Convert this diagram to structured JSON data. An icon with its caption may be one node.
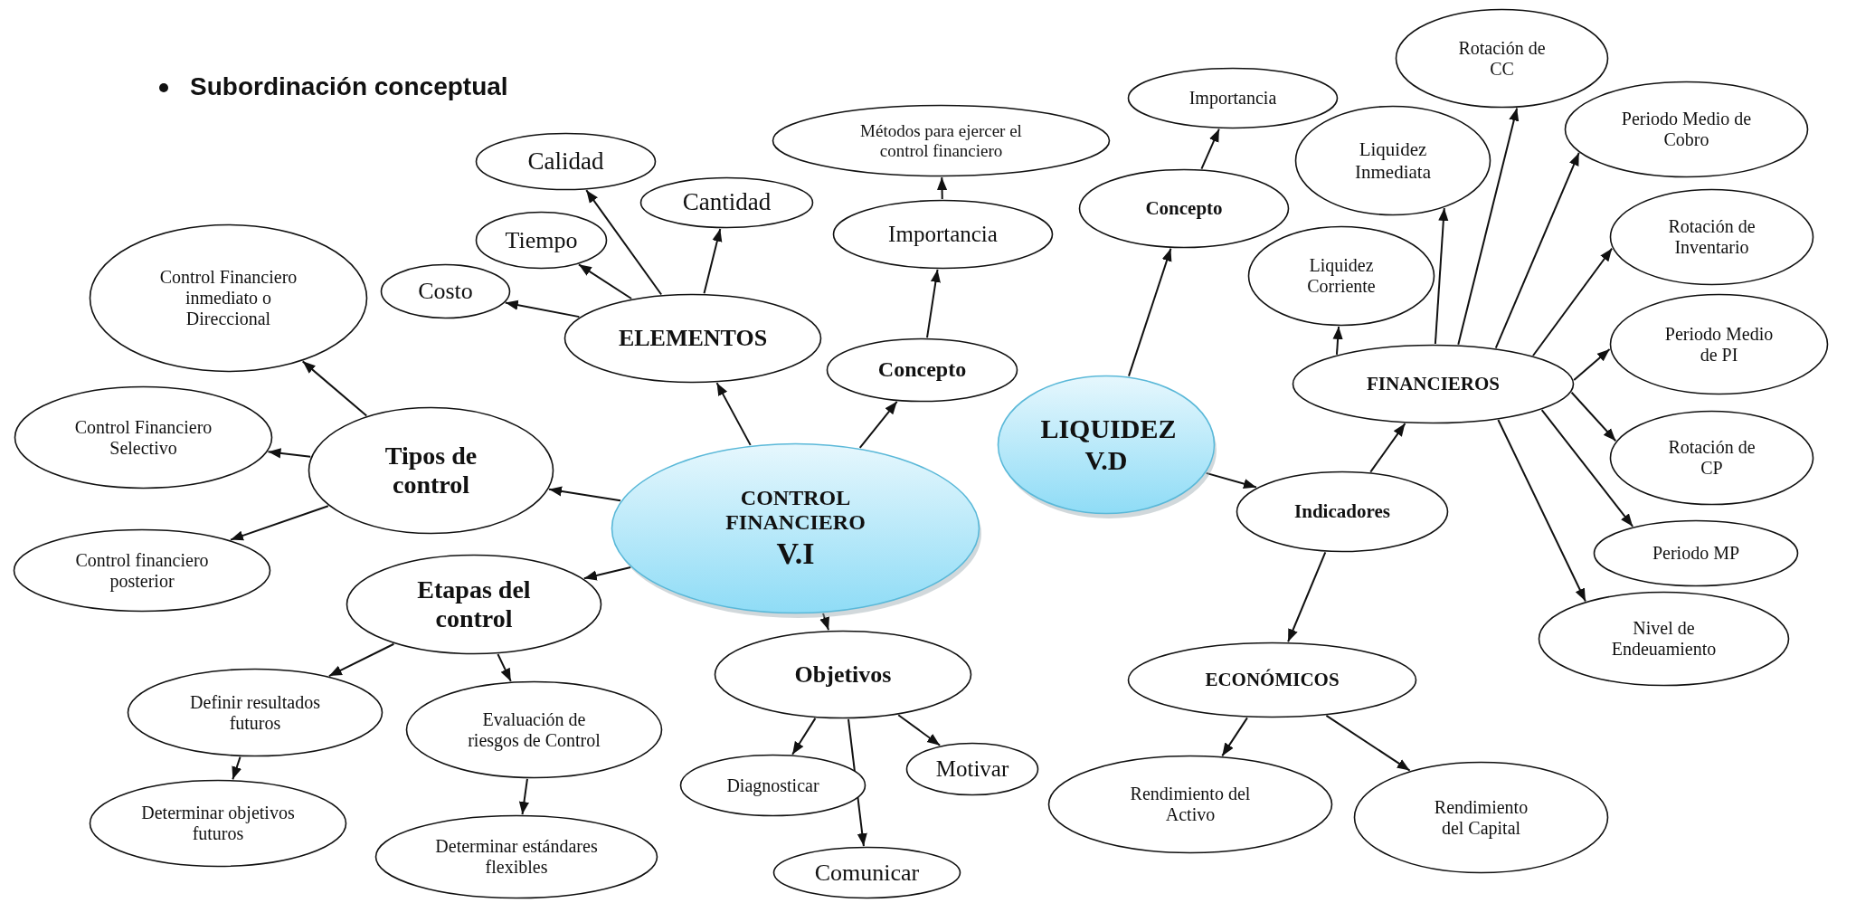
{
  "diagram": {
    "title": "Subordinación conceptual",
    "nodes": [
      {
        "text": [
          "CONTROL FINANCIERO",
          "V.I"
        ]
      },
      {
        "text": [
          "Métodos para ejercer el control financiero"
        ]
      },
      {
        "text": [
          "Calidad"
        ]
      },
      {
        "text": [
          "Cantidad"
        ]
      },
      {
        "text": [
          "Tiempo"
        ]
      },
      {
        "text": [
          "Costo"
        ]
      },
      {
        "text": [
          "ELEMENTOS"
        ]
      },
      {
        "text": [
          "Importancia"
        ]
      },
      {
        "text": [
          "Concepto"
        ]
      },
      {
        "text": [
          "Control Financiero inmediato o Direccional"
        ]
      },
      {
        "text": [
          "Control Financiero Selectivo"
        ]
      },
      {
        "text": [
          "Tipos de control"
        ]
      },
      {
        "text": [
          "Control financiero posterior"
        ]
      },
      {
        "text": [
          "Etapas del control"
        ]
      },
      {
        "text": [
          "Definir resultados futuros"
        ]
      },
      {
        "text": [
          "Evaluación de riesgos de Control"
        ]
      },
      {
        "text": [
          "Determinar objetivos futuros"
        ]
      },
      {
        "text": [
          "Determinar estándares flexibles"
        ]
      },
      {
        "text": [
          "Objetivos"
        ]
      },
      {
        "text": [
          "Diagnosticar"
        ]
      },
      {
        "text": [
          "Motivar"
        ]
      },
      {
        "text": [
          "Comunicar"
        ]
      },
      {
        "text": [
          "LIQUIDEZ V.D"
        ]
      },
      {
        "text": [
          "Importancia"
        ]
      },
      {
        "text": [
          "Concepto"
        ]
      },
      {
        "text": [
          "Rotación de CC"
        ]
      },
      {
        "text": [
          "Liquidez Inmediata"
        ]
      },
      {
        "text": [
          "Periodo Medio de Cobro"
        ]
      },
      {
        "text": [
          "Liquidez Corriente"
        ]
      },
      {
        "text": [
          "Rotación de Inventario"
        ]
      },
      {
        "text": [
          "FINANCIEROS"
        ]
      },
      {
        "text": [
          "Periodo Medio de PI"
        ]
      },
      {
        "text": [
          "Rotación de CP"
        ]
      },
      {
        "text": [
          "Indicadores"
        ]
      },
      {
        "text": [
          "Periodo MP"
        ]
      },
      {
        "text": [
          "Nivel de Endeuamiento"
        ]
      },
      {
        "text": [
          "ECONÓMICOS"
        ]
      },
      {
        "text": [
          "Rendimiento del Activo"
        ]
      },
      {
        "text": [
          "Rendimiento del Capital"
        ]
      }
    ],
    "edges": [
      {
        "from": 0,
        "to": 6,
        "arrow": "to"
      },
      {
        "from": 0,
        "to": 8,
        "arrow": "to"
      },
      {
        "from": 0,
        "to": 11,
        "arrow": "to"
      },
      {
        "from": 0,
        "to": 13,
        "arrow": "to"
      },
      {
        "from": 0,
        "to": 18,
        "arrow": "to"
      },
      {
        "from": 6,
        "to": 2,
        "arrow": "to"
      },
      {
        "from": 6,
        "to": 3,
        "arrow": "to"
      },
      {
        "from": 6,
        "to": 4,
        "arrow": "to"
      },
      {
        "from": 6,
        "to": 5,
        "arrow": "to"
      },
      {
        "from": 8,
        "to": 7,
        "arrow": "to"
      },
      {
        "from": 7,
        "to": 1,
        "arrow": "to"
      },
      {
        "from": 11,
        "to": 9,
        "arrow": "to"
      },
      {
        "from": 11,
        "to": 10,
        "arrow": "to"
      },
      {
        "from": 11,
        "to": 12,
        "arrow": "to"
      },
      {
        "from": 13,
        "to": 14,
        "arrow": "to"
      },
      {
        "from": 13,
        "to": 15,
        "arrow": "to"
      },
      {
        "from": 14,
        "to": 16,
        "arrow": "to"
      },
      {
        "from": 15,
        "to": 17,
        "arrow": "to"
      },
      {
        "from": 18,
        "to": 19,
        "arrow": "to"
      },
      {
        "from": 18,
        "to": 21,
        "arrow": "to"
      },
      {
        "from": 18,
        "to": 20,
        "arrow": "to"
      },
      {
        "from": 22,
        "to": 24,
        "arrow": "to"
      },
      {
        "from": 24,
        "to": 23,
        "arrow": "to"
      },
      {
        "from": 22,
        "to": 33,
        "arrow": "to"
      },
      {
        "from": 33,
        "to": 30,
        "arrow": "to"
      },
      {
        "from": 33,
        "to": 36,
        "arrow": "to"
      },
      {
        "from": 36,
        "to": 37,
        "arrow": "to"
      },
      {
        "from": 36,
        "to": 38,
        "arrow": "to"
      },
      {
        "from": 30,
        "to": 28,
        "arrow": "to"
      },
      {
        "from": 30,
        "to": 26,
        "arrow": "to"
      },
      {
        "from": 30,
        "to": 25,
        "arrow": "to"
      },
      {
        "from": 30,
        "to": 27,
        "arrow": "to"
      },
      {
        "from": 30,
        "to": 29,
        "arrow": "to"
      },
      {
        "from": 30,
        "to": 31,
        "arrow": "to"
      },
      {
        "from": 30,
        "to": 32,
        "arrow": "to"
      },
      {
        "from": 30,
        "to": 34,
        "arrow": "to"
      },
      {
        "from": 30,
        "to": 35,
        "arrow": "to"
      }
    ]
  }
}
